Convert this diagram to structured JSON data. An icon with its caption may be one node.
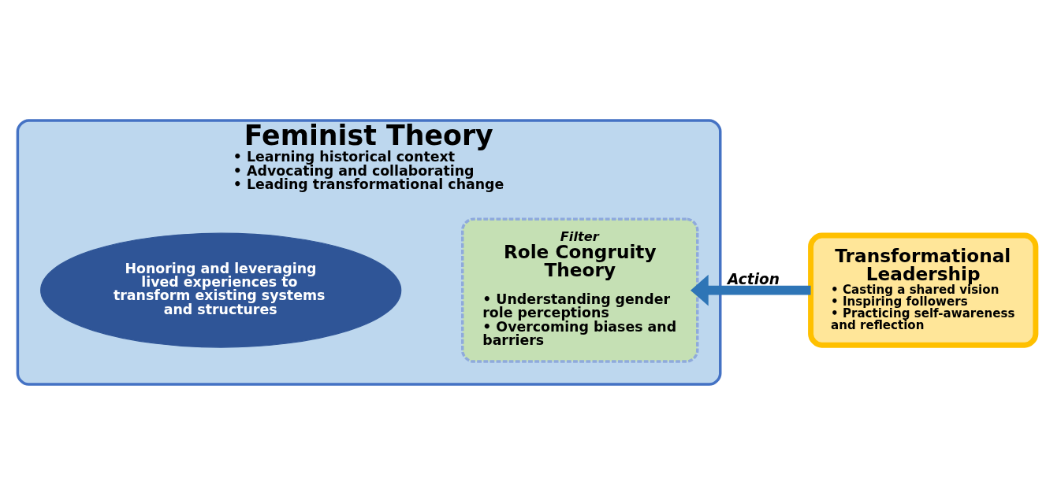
{
  "diagram": {
    "nodes": [
      {
        "text": [
          "Feminist Theory",
          "• Learning historical context",
          "• Advocating and collaborating",
          "• Leading transformational change"
        ]
      },
      {
        "text": [
          "Honoring and leveraging lived experiences to transform existing systems and structures"
        ],
        "in": 0
      },
      {
        "text": [
          "Filter",
          "Role Congruity Theory",
          "• Understanding gender role perceptions",
          "• Overcoming biases and barriers"
        ],
        "in": 0
      },
      {
        "text": [
          "Transformational Leadership",
          "• Casting a shared vision",
          "• Inspiring followers",
          "• Practicing self-awareness and reflection"
        ]
      }
    ],
    "edges": [
      {
        "from": 3,
        "to": 2,
        "arrow": "to",
        "label": "Action"
      }
    ]
  }
}
